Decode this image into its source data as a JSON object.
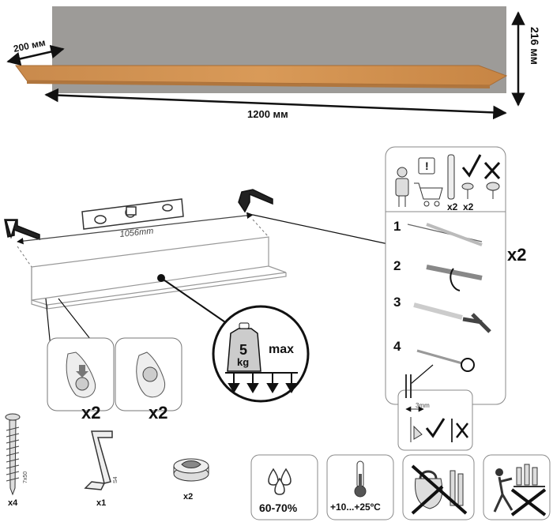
{
  "dimensions": {
    "depth": "200 мм",
    "height": "216 мм",
    "width": "1200 мм"
  },
  "install": {
    "level_distance": "1056mm",
    "load_value": "5",
    "load_unit": "kg",
    "load_max": "max",
    "bracket_count_a": "x2",
    "bracket_count_b": "x2"
  },
  "steps_panel": {
    "anchor_qty": "x2",
    "screw_qty": "x2",
    "repeat": "x2",
    "steps": [
      "1",
      "2",
      "3",
      "4"
    ],
    "gap": "3mm"
  },
  "hardware": {
    "screw_qty": "x4",
    "screw_size": "7x50",
    "key_qty": "x1",
    "key_size": "S4",
    "cam_qty": "x2"
  },
  "conditions": {
    "humidity": "60-70%",
    "temperature": "+10...+25ºC"
  }
}
